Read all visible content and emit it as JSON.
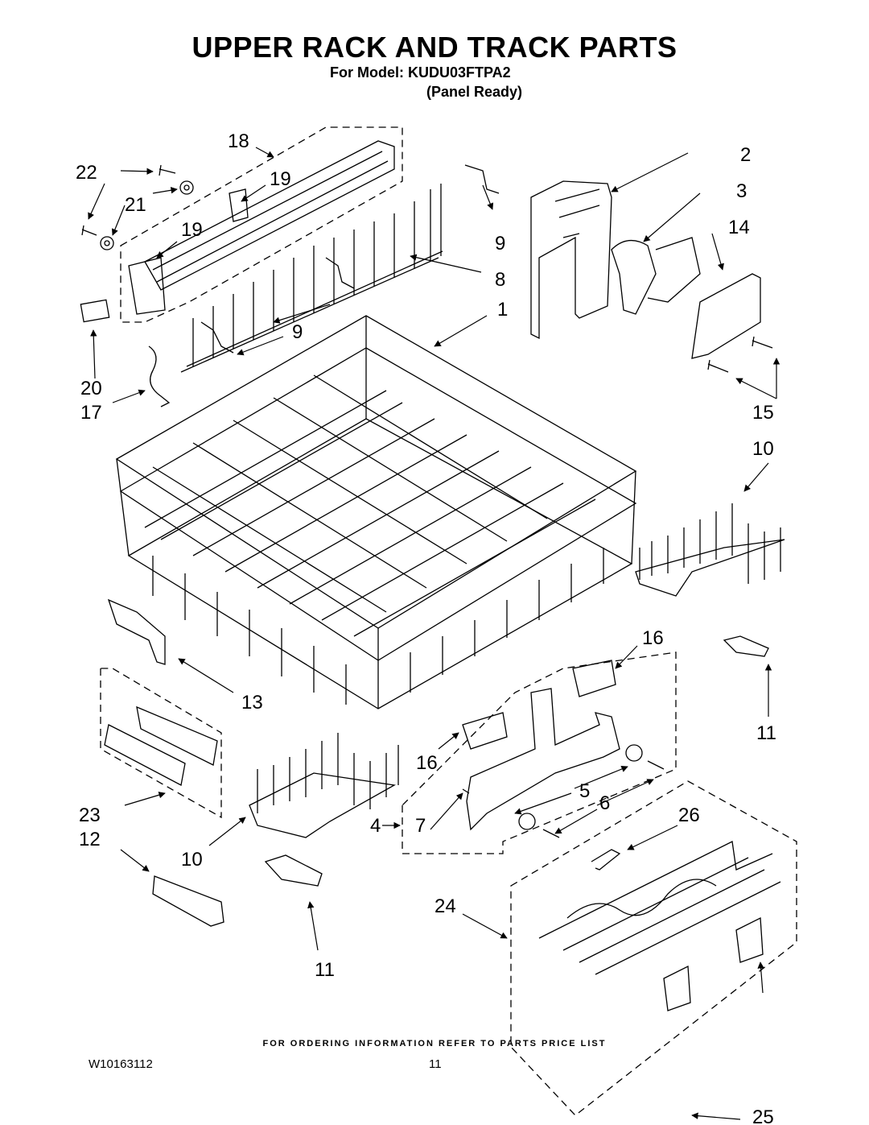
{
  "header": {
    "title": "UPPER RACK AND TRACK PARTS",
    "model_line": "For Model: KUDU03FTPA2",
    "variant_line": "(Panel Ready)"
  },
  "callouts": [
    "18",
    "22",
    "19",
    "21",
    "19",
    "2",
    "3",
    "14",
    "9",
    "8",
    "1",
    "9",
    "20",
    "17",
    "15",
    "10",
    "16",
    "13",
    "11",
    "16",
    "23",
    "12",
    "5",
    "6",
    "4",
    "7",
    "26",
    "10",
    "24",
    "11",
    "25"
  ],
  "footer": {
    "note": "FOR ORDERING INFORMATION REFER TO PARTS PRICE LIST",
    "doc_number": "W10163112",
    "page_number": "11"
  }
}
